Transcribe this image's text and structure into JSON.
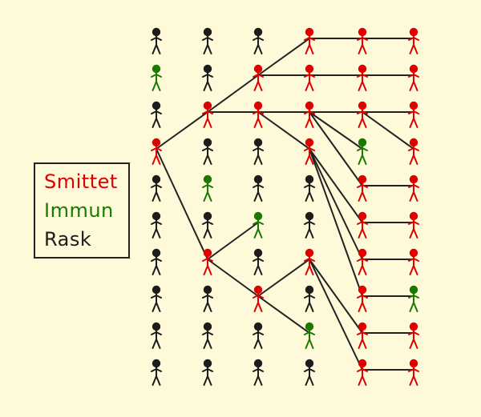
{
  "legend": {
    "infected_label": "Smittet",
    "immune_label": "Immun",
    "healthy_label": "Rask"
  },
  "colors": {
    "background": "#fdf9d9",
    "infected": "#e10000",
    "immune": "#1a7a00",
    "healthy": "#1c1c1c",
    "line": "#222222"
  },
  "generations": [
    [
      "healthy",
      "immune",
      "healthy",
      "infected",
      "healthy",
      "healthy",
      "healthy",
      "healthy",
      "healthy",
      "healthy"
    ],
    [
      "healthy",
      "healthy",
      "infected",
      "healthy",
      "immune",
      "healthy",
      "infected",
      "healthy",
      "healthy",
      "healthy"
    ],
    [
      "healthy",
      "infected",
      "infected",
      "healthy",
      "healthy",
      "immune",
      "healthy",
      "infected",
      "healthy",
      "healthy"
    ],
    [
      "infected",
      "infected",
      "infected",
      "infected",
      "healthy",
      "healthy",
      "infected",
      "healthy",
      "immune",
      "healthy"
    ],
    [
      "infected",
      "infected",
      "infected",
      "immune",
      "infected",
      "infected",
      "infected",
      "infected",
      "infected",
      "infected"
    ],
    [
      "infected",
      "infected",
      "infected",
      "infected",
      "infected",
      "infected",
      "infected",
      "immune",
      "infected",
      "infected"
    ]
  ],
  "transmissions": [
    {
      "from": [
        0,
        3
      ],
      "to": [
        1,
        2
      ]
    },
    {
      "from": [
        0,
        3
      ],
      "to": [
        1,
        6
      ]
    },
    {
      "from": [
        1,
        2
      ],
      "to": [
        2,
        1
      ]
    },
    {
      "from": [
        1,
        2
      ],
      "to": [
        2,
        2
      ]
    },
    {
      "from": [
        1,
        6
      ],
      "to": [
        2,
        5
      ]
    },
    {
      "from": [
        1,
        6
      ],
      "to": [
        2,
        7
      ]
    },
    {
      "from": [
        2,
        1
      ],
      "to": [
        3,
        0
      ]
    },
    {
      "from": [
        2,
        1
      ],
      "to": [
        3,
        1
      ]
    },
    {
      "from": [
        2,
        2
      ],
      "to": [
        3,
        2
      ]
    },
    {
      "from": [
        2,
        2
      ],
      "to": [
        3,
        3
      ]
    },
    {
      "from": [
        2,
        7
      ],
      "to": [
        3,
        6
      ]
    },
    {
      "from": [
        2,
        7
      ],
      "to": [
        3,
        8
      ]
    },
    {
      "from": [
        3,
        0
      ],
      "to": [
        4,
        0
      ]
    },
    {
      "from": [
        3,
        1
      ],
      "to": [
        4,
        1
      ]
    },
    {
      "from": [
        3,
        2
      ],
      "to": [
        4,
        2
      ]
    },
    {
      "from": [
        3,
        2
      ],
      "to": [
        4,
        3
      ]
    },
    {
      "from": [
        3,
        2
      ],
      "to": [
        4,
        4
      ]
    },
    {
      "from": [
        3,
        3
      ],
      "to": [
        4,
        5
      ]
    },
    {
      "from": [
        3,
        3
      ],
      "to": [
        4,
        6
      ]
    },
    {
      "from": [
        3,
        3
      ],
      "to": [
        4,
        7
      ]
    },
    {
      "from": [
        3,
        6
      ],
      "to": [
        4,
        8
      ]
    },
    {
      "from": [
        3,
        6
      ],
      "to": [
        4,
        9
      ]
    },
    {
      "from": [
        4,
        0
      ],
      "to": [
        5,
        0
      ]
    },
    {
      "from": [
        4,
        1
      ],
      "to": [
        5,
        1
      ]
    },
    {
      "from": [
        4,
        2
      ],
      "to": [
        5,
        2
      ]
    },
    {
      "from": [
        4,
        2
      ],
      "to": [
        5,
        3
      ]
    },
    {
      "from": [
        4,
        4
      ],
      "to": [
        5,
        4
      ]
    },
    {
      "from": [
        4,
        5
      ],
      "to": [
        5,
        5
      ]
    },
    {
      "from": [
        4,
        6
      ],
      "to": [
        5,
        6
      ]
    },
    {
      "from": [
        4,
        7
      ],
      "to": [
        5,
        7
      ]
    },
    {
      "from": [
        4,
        8
      ],
      "to": [
        5,
        8
      ]
    },
    {
      "from": [
        4,
        9
      ],
      "to": [
        5,
        9
      ]
    }
  ]
}
